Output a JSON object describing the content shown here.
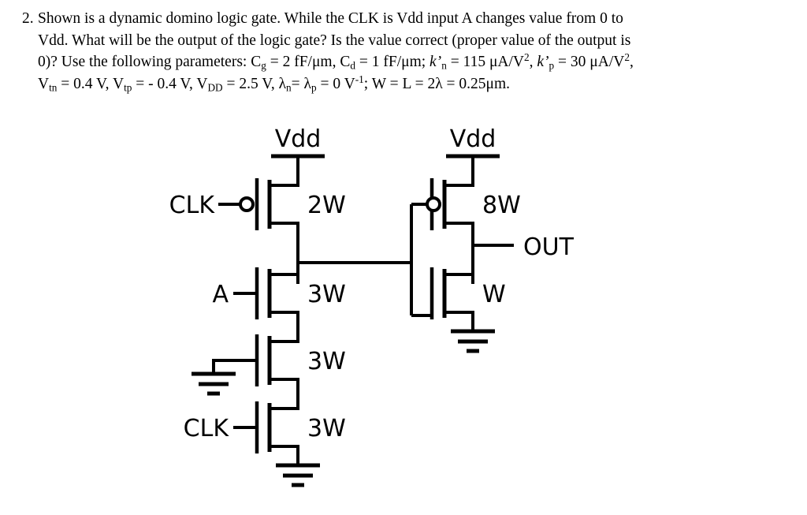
{
  "question": {
    "number": "2.",
    "line1": "Shown is a dynamic domino logic gate. While the CLK is Vdd input A changes value from 0 to",
    "line2": "Vdd. What will be the output of the logic gate? Is the value correct (proper value of the output is",
    "line3_pre": "0)? Use the following parameters: C",
    "line3_sub1": "g",
    "line3_a": " = 2 fF/μm, C",
    "line3_sub2": "d",
    "line3_b": " = 1 fF/μm; ",
    "line3_k1": "k’",
    "line3_k1sub": "n",
    "line3_c": " = 115 μA/V",
    "line3_sup1": "2",
    "line3_d": ", ",
    "line3_k2": "k’",
    "line3_k2sub": "p",
    "line3_e": " = 30 μA/V",
    "line3_sup2": "2",
    "line3_f": ",",
    "line4_v1": "V",
    "line4_v1sub": "tn",
    "line4_a": " = 0.4 V, V",
    "line4_v2sub": "tp",
    "line4_b": " = - 0.4 V, V",
    "line4_v3sub": "DD",
    "line4_c": " = 2.5 V, λ",
    "line4_l1sub": "n",
    "line4_d": "= λ",
    "line4_l2sub": "p",
    "line4_e": " = 0 V",
    "line4_sup": "-1",
    "line4_f": "; W = L = 2λ = 0.25μm."
  },
  "circuit": {
    "supply_left_label": "Vdd",
    "supply_right_label": "Vdd",
    "output_label": "OUT",
    "precharge_pmos": {
      "input_label": "CLK",
      "size_label": "2W"
    },
    "eval_nmos_a": {
      "input_label": "A",
      "size_label": "3W"
    },
    "eval_nmos_gnd": {
      "input_label": "",
      "size_label": "3W"
    },
    "foot_nmos_clk": {
      "input_label": "CLK",
      "size_label": "3W"
    },
    "inverter_pmos": {
      "size_label": "8W"
    },
    "inverter_nmos": {
      "size_label": "W"
    }
  },
  "colors": {
    "ink": "#000000",
    "paper": "#ffffff"
  }
}
